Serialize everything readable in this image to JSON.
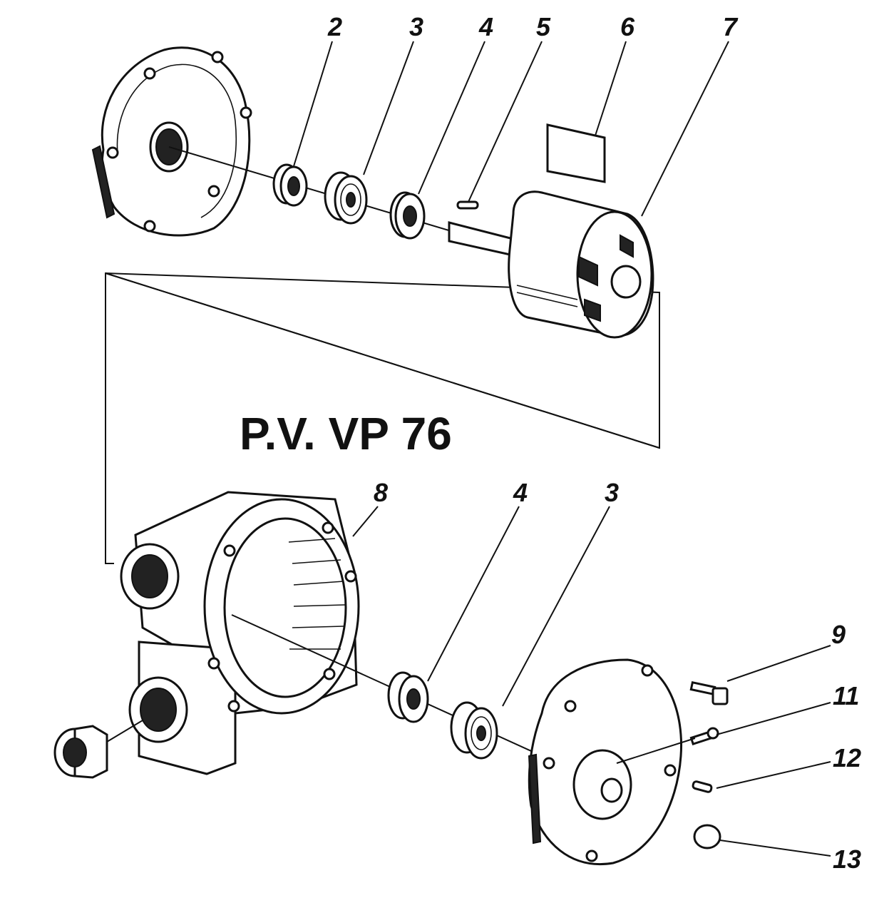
{
  "title": "P.V. VP 76",
  "callouts": {
    "c2": "2",
    "c3_top": "3",
    "c4_top": "4",
    "c5": "5",
    "c6": "6",
    "c7": "7",
    "c8": "8",
    "c4_bottom": "4",
    "c3_bottom": "3",
    "c9": "9",
    "c11": "11",
    "c12": "12",
    "c13": "13"
  }
}
